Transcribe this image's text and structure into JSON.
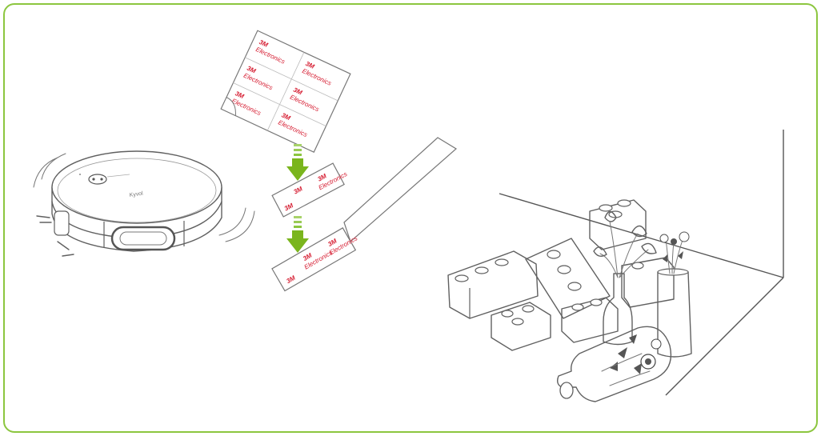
{
  "tape": {
    "mark": "3M",
    "word": "Electronics"
  },
  "robot": {
    "brand": "Kyvol"
  },
  "colors": {
    "border": "#8cc63f",
    "arrow": "#7ab51d",
    "tape_text": "#d5192e",
    "line": "#606060"
  },
  "icons": [
    "robot-vacuum-icon",
    "tape-sheet-icon",
    "arrow-down-icon",
    "toy-blocks-icon",
    "flower-vase-icon",
    "bottle-icon"
  ]
}
